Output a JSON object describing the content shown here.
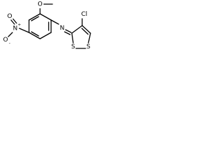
{
  "molecule": {
    "atoms": {
      "methoxy_oxygen": "O",
      "nitro_nitrogen": "N",
      "nitro_oxygen_top": "O",
      "nitro_oxygen_bottom": "O",
      "imine_nitrogen": "N",
      "chlorine": "Cl",
      "sulfur_upper": "S",
      "sulfur_lower": "S"
    },
    "charges": {
      "nitro_nitrogen": "+",
      "nitro_oxygen_bottom": "-"
    },
    "colors": {
      "bond": "#000000",
      "atom_label": "#000000",
      "background": "#ffffff"
    }
  }
}
